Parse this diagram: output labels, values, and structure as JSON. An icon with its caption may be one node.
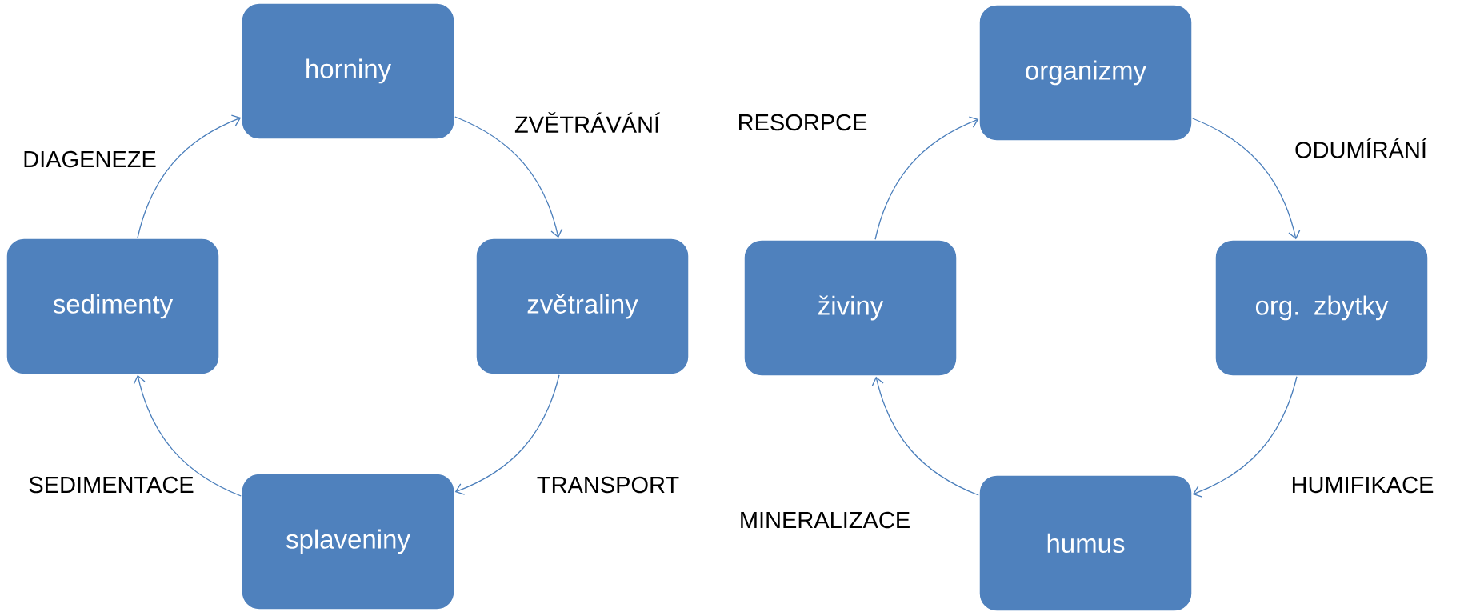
{
  "diagram": {
    "nodes": [
      {
        "text": [
          "horniny"
        ]
      },
      {
        "text": [
          "organizmy"
        ]
      },
      {
        "text": [
          "sedimenty"
        ]
      },
      {
        "text": [
          "zvětraliny"
        ]
      },
      {
        "text": [
          "živiny"
        ]
      },
      {
        "text": [
          "org. zbytky"
        ]
      },
      {
        "text": [
          "splaveniny"
        ]
      },
      {
        "text": [
          "humus"
        ]
      }
    ],
    "edges": [
      {
        "from": 2,
        "to": 0,
        "arrow": "to",
        "label": "DIAGENEZE"
      },
      {
        "from": 0,
        "to": 3,
        "arrow": "to",
        "label": "ZVĚTRÁVÁNÍ"
      },
      {
        "from": 3,
        "to": 6,
        "arrow": "to",
        "label": "TRANSPORT"
      },
      {
        "from": 6,
        "to": 2,
        "arrow": "to",
        "label": "SEDIMENTACE"
      },
      {
        "from": 4,
        "to": 1,
        "arrow": "to",
        "label": "RESORPCE"
      },
      {
        "from": 1,
        "to": 5,
        "arrow": "to",
        "label": "ODUMÍRÁNÍ"
      },
      {
        "from": 5,
        "to": 7,
        "arrow": "to",
        "label": "HUMIFIKACE"
      },
      {
        "from": 7,
        "to": 4,
        "arrow": "to",
        "label": "MINERALIZACE"
      }
    ]
  }
}
